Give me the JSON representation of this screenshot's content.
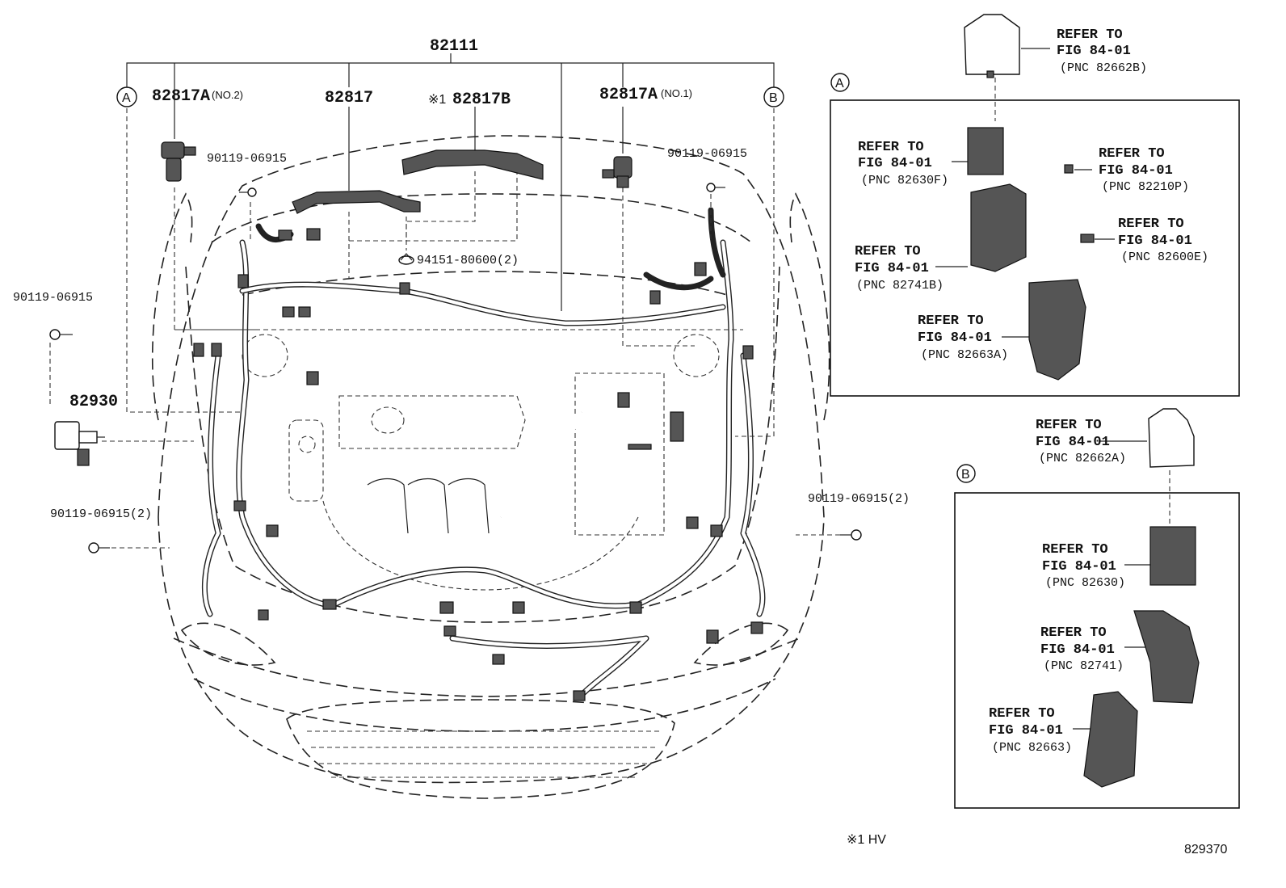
{
  "parts": {
    "harness_main": "82111",
    "clamp_no2": "82817A",
    "clamp_no2_note": "(NO.2)",
    "bracket": "82817",
    "bracket_b": "82817B",
    "bracket_b_prefix": "※1",
    "clamp_no1": "82817A",
    "clamp_no1_note": "(NO.1)",
    "bolt_top_left": "90119-06915",
    "bolt_top_right": "90119-06915",
    "bolt_left": "90119-06915",
    "sensor": "82930",
    "clip": "94151-80600(2)",
    "bolt_lower_left": "90119-06915(2)",
    "bolt_lower_right": "90119-06915(2)"
  },
  "callouts": {
    "a": "A",
    "b": "B"
  },
  "refs": {
    "r1": {
      "l1": "REFER TO",
      "l2": "FIG 84-01",
      "l3": "(PNC 82662B)"
    },
    "r2": {
      "l1": "REFER TO",
      "l2": "FIG 84-01",
      "l3": "(PNC 82630F)"
    },
    "r3": {
      "l1": "REFER TO",
      "l2": "FIG 84-01",
      "l3": "(PNC 82210P)"
    },
    "r4": {
      "l1": "REFER TO",
      "l2": "FIG 84-01",
      "l3": "(PNC 82600E)"
    },
    "r5": {
      "l1": "REFER TO",
      "l2": "FIG 84-01",
      "l3": "(PNC 82741B)"
    },
    "r6": {
      "l1": "REFER TO",
      "l2": "FIG 84-01",
      "l3": "(PNC 82663A)"
    },
    "r7": {
      "l1": "REFER TO",
      "l2": "FIG 84-01",
      "l3": "(PNC 82662A)"
    },
    "r8": {
      "l1": "REFER TO",
      "l2": "FIG 84-01",
      "l3": "(PNC 82630)"
    },
    "r9": {
      "l1": "REFER TO",
      "l2": "FIG 84-01",
      "l3": "(PNC 82741)"
    },
    "r10": {
      "l1": "REFER TO",
      "l2": "FIG 84-01",
      "l3": "(PNC 82663)"
    }
  },
  "footnote": "※1 HV",
  "diagram_id": "829370"
}
